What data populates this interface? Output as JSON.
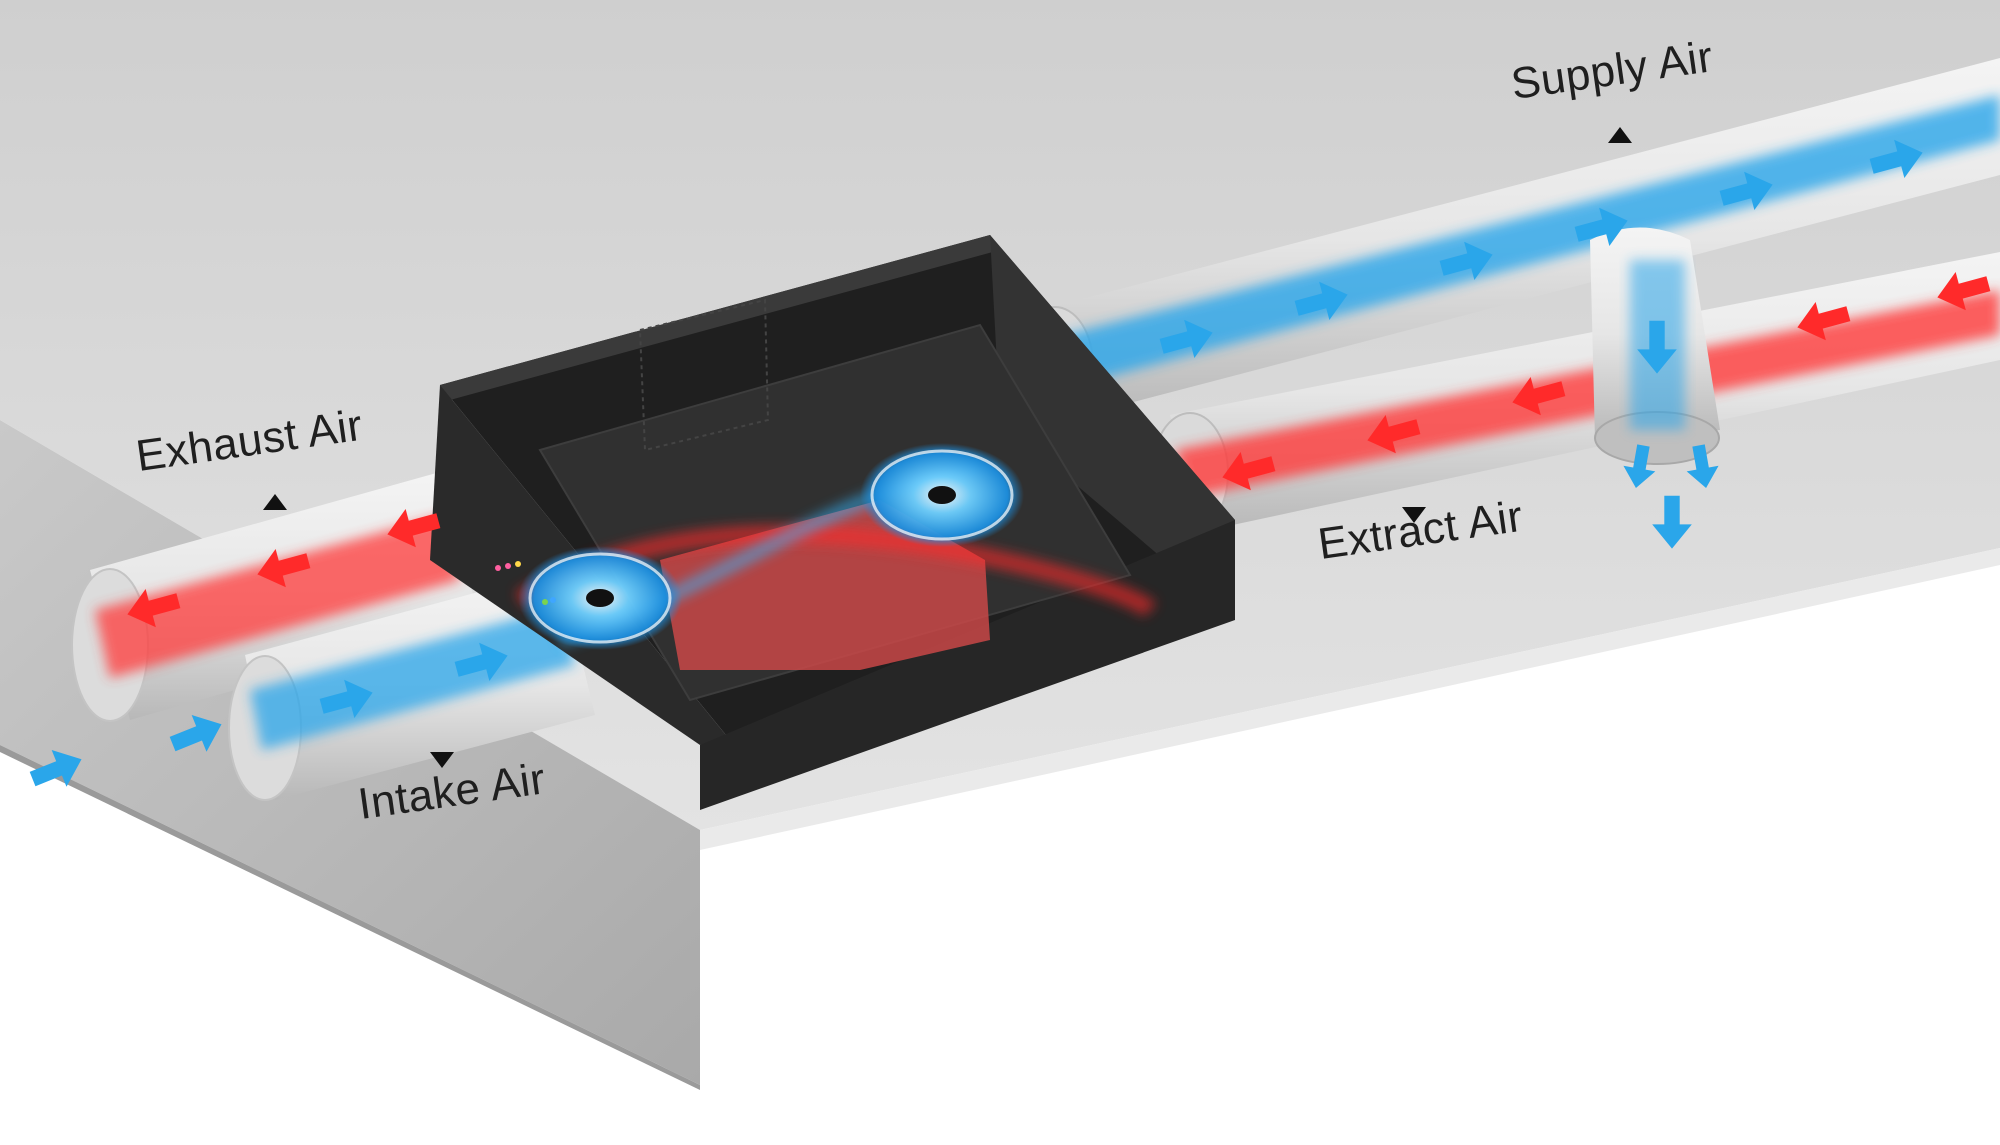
{
  "labels": {
    "supply": "Supply Air",
    "exhaust": "Exhaust Air",
    "extract": "Extract Air",
    "intake": "Intake Air"
  },
  "colors": {
    "ceiling": "#d9d9d9",
    "wall": "#bfbfbf",
    "duct": "#e6e6e6",
    "fresh_air": "#2aa6ea",
    "stale_air": "#ff2a2a",
    "unit_body": "#2b2b2b",
    "fan_glow": "#35b8ff"
  }
}
